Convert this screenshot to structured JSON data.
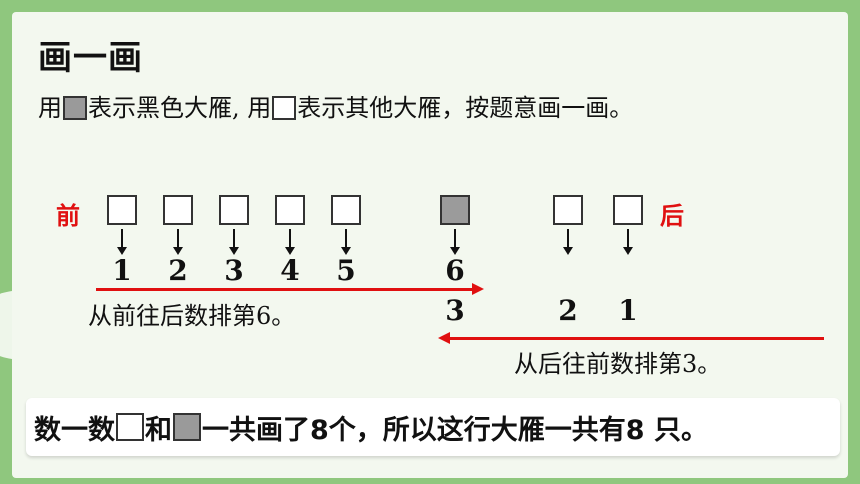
{
  "title": "画一画",
  "instruction": {
    "part1": "用",
    "part2": "表示黑色大雁, 用",
    "part3": "表示其他大雁，按题意画一画。"
  },
  "front_label": "前",
  "back_label": "后",
  "row": {
    "numbers_forward": [
      "1",
      "2",
      "3",
      "4",
      "5",
      "6"
    ],
    "numbers_backward": [
      "3",
      "2",
      "1"
    ]
  },
  "caption_forward": "从前往后数排第6。",
  "caption_backward": "从后往前数排第3。",
  "summary": {
    "part1": "数一数",
    "part2": "和",
    "part3": "一共画了8个，所以这行大雁一共有8 只。"
  },
  "colors": {
    "accent_red": "#e01010",
    "black_goose_box": "#9b9b9b",
    "background_green": "#8fc77e"
  }
}
